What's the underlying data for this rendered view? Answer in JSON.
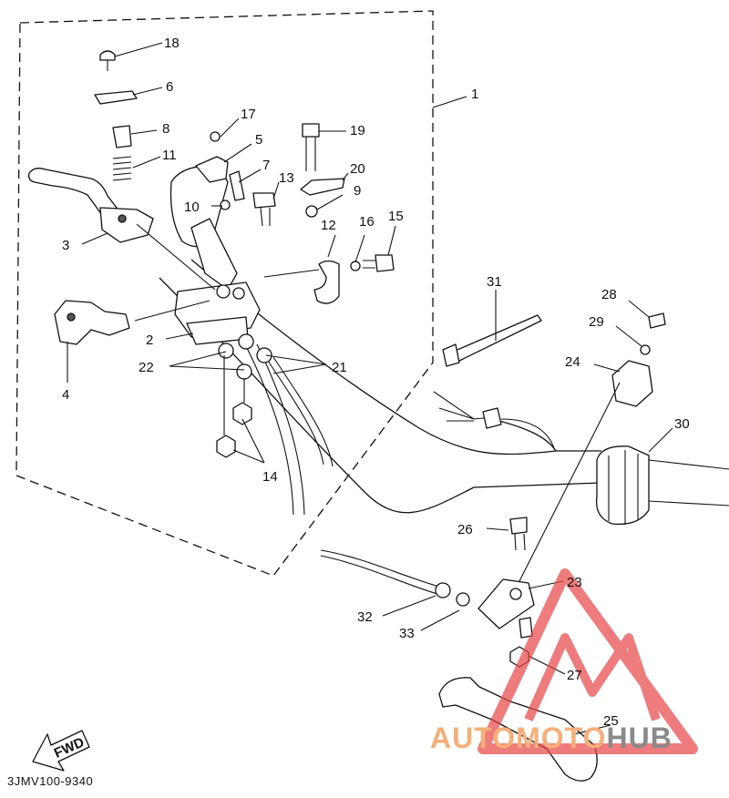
{
  "diagram": {
    "part_code": "3JMV100-9340",
    "fwd_label": "FWD",
    "watermark": {
      "part1": "AUTOMOTO",
      "part2": "HUB",
      "color1": "#f5b07a",
      "color2": "#8a8a8a",
      "logo_color": "#e84545"
    },
    "callouts": [
      "1",
      "2",
      "3",
      "4",
      "5",
      "6",
      "7",
      "8",
      "9",
      "10",
      "11",
      "12",
      "13",
      "14",
      "15",
      "16",
      "17",
      "18",
      "19",
      "20",
      "21",
      "22",
      "23",
      "24",
      "25",
      "26",
      "27",
      "28",
      "29",
      "30",
      "31",
      "32",
      "33"
    ]
  }
}
